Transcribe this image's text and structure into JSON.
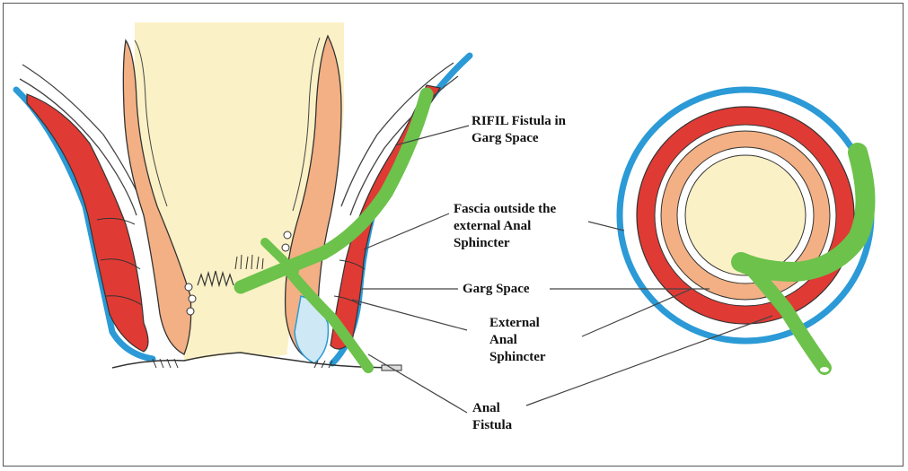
{
  "labels": {
    "rifil_fistula": "RIFIL Fistula in\nGarg Space",
    "fascia": "Fascia outside the\nexternal Anal\nSphincter",
    "garg_space": "Garg Space",
    "external_sphincter": "External\nAnal\nSphincter",
    "anal_fistula": "Anal\nFistula"
  },
  "colors": {
    "sphincter_red": "#e03a34",
    "fascia_blue": "#2b9ad6",
    "fistula_green": "#6cc24a",
    "mucosa_peach": "#f2b084",
    "lumen_cream": "#fbf1c6",
    "outline": "#333333"
  }
}
